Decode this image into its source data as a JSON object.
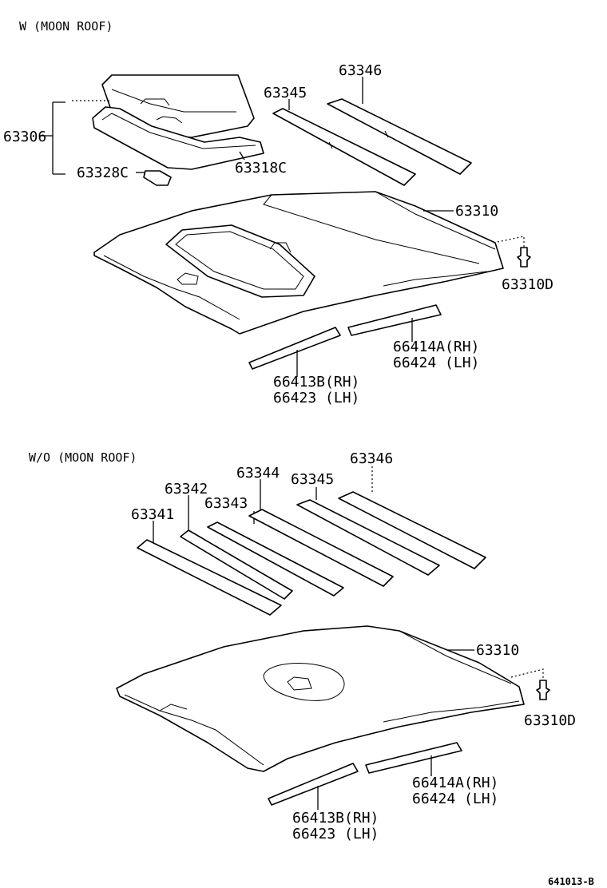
{
  "sections": {
    "with_moonroof": "W (MOON ROOF)",
    "without_moonroof": "W/O (MOON ROOF)"
  },
  "top_labels": {
    "p63306": "63306",
    "p63328c": "63328C",
    "p63318c": "63318C",
    "p63345": "63345",
    "p63346": "63346",
    "p63310": "63310",
    "p63310d": "63310D",
    "p66414a": "66414A(RH)",
    "p66424": "66424  (LH)",
    "p66413b": "66413B(RH)",
    "p66423": "66423  (LH)"
  },
  "bottom_labels": {
    "p63341": "63341",
    "p63342": "63342",
    "p63343": "63343",
    "p63344": "63344",
    "p63345": "63345",
    "p63346": "63346",
    "p63310": "63310",
    "p63310d": "63310D",
    "p66414a": "66414A(RH)",
    "p66424": "66424  (LH)",
    "p66413b": "66413B(RH)",
    "p66423": "66423  (LH)"
  },
  "drawing_code": "641013-B"
}
